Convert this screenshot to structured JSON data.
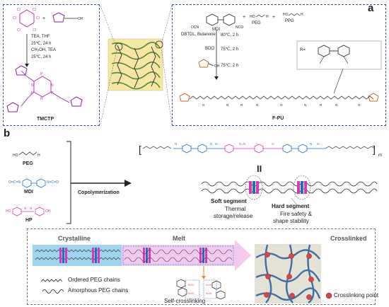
{
  "panel_a": {
    "letter": "a",
    "left_box": {
      "reagents_line1": "TEA, THF",
      "temp_line1": "25℃, 24 h",
      "reagents_line2": "CH₃OH, TEA",
      "temp_line2": "25℃, 24 h",
      "product": "TMCTP"
    },
    "right_box": {
      "monomer_mdi": "MDI",
      "monomer_peg": "PEG",
      "monomer_ppg": "PPG",
      "reagents_line1": "DBTDL, Butanone",
      "temp_line1": "80℃, 2 h",
      "reagents_line2": "BDO",
      "temp_line2": "75℃, 2 h",
      "temp_line3": "75℃, 2 h",
      "r_label": "R=",
      "product": "F-PU"
    }
  },
  "panel_b": {
    "letter": "b",
    "monomers": [
      {
        "name": "PEG",
        "color": "#222222"
      },
      {
        "name": "MDI",
        "color": "#1f6fc5"
      },
      {
        "name": "HP",
        "color": "#d63ab5"
      }
    ],
    "arrow_label": "Copolymerization",
    "subscript_m": "m",
    "equivalence_symbol": "II",
    "soft_segment": {
      "title": "Soft segment",
      "line1": "Thermal",
      "line2": "storage/release"
    },
    "hard_segment": {
      "title": "Hard segment",
      "line1": "Fire safety &",
      "line2": "shape stability"
    },
    "states": {
      "crystalline": "Crystalline",
      "melt": "Melt",
      "crosslinked": "Crosslinked"
    },
    "legend": {
      "ordered": "Ordered PEG chains",
      "amorphous": "Amorphous PEG chains",
      "self_crosslinking": "Self-crosslinking",
      "crosslinking_point": "Crosslinking point"
    }
  },
  "colors": {
    "peg": "#222222",
    "mdi_blue": "#1f6fc5",
    "hp_pink": "#d63ab5",
    "box_border": "#2f4f8f",
    "crystalline_fill": "#9fd3ee",
    "melt_fill": "#f3c9ef",
    "crosslinked_fill": "#e4e2d5",
    "network_blue": "#3d6fa8",
    "crosslink_red": "#d9454a"
  }
}
